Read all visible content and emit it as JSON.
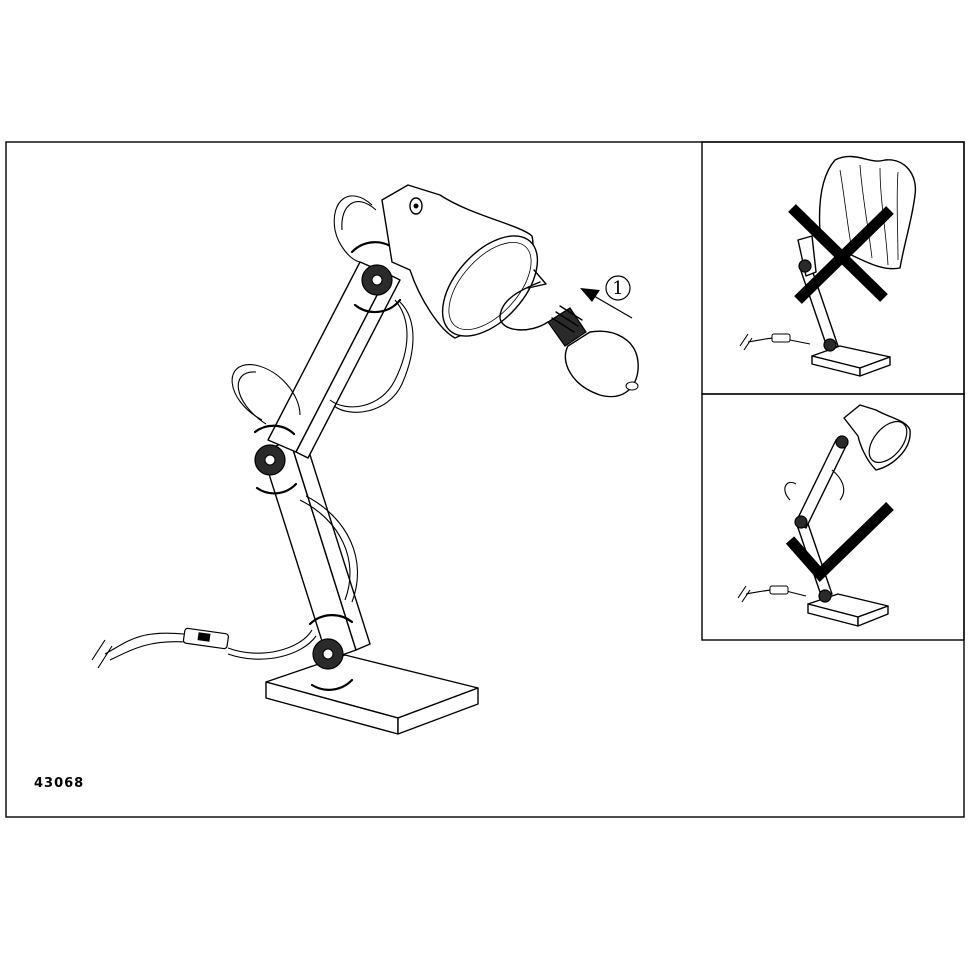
{
  "document": {
    "model_number": "43068",
    "step_number": "1",
    "panels": {
      "main": {
        "icons": [
          "desk-lamp-icon",
          "light-bulb-icon",
          "rotate-arrow-icon",
          "insert-arrow-icon"
        ]
      },
      "top_right": {
        "icons": [
          "cloth-cover-icon",
          "cross-mark-icon"
        ],
        "meaning": "prohibited"
      },
      "bottom_right": {
        "icons": [
          "desk-lamp-icon",
          "check-mark-icon"
        ],
        "meaning": "allowed"
      }
    },
    "colors": {
      "line": "#000000",
      "background": "#ffffff"
    }
  }
}
